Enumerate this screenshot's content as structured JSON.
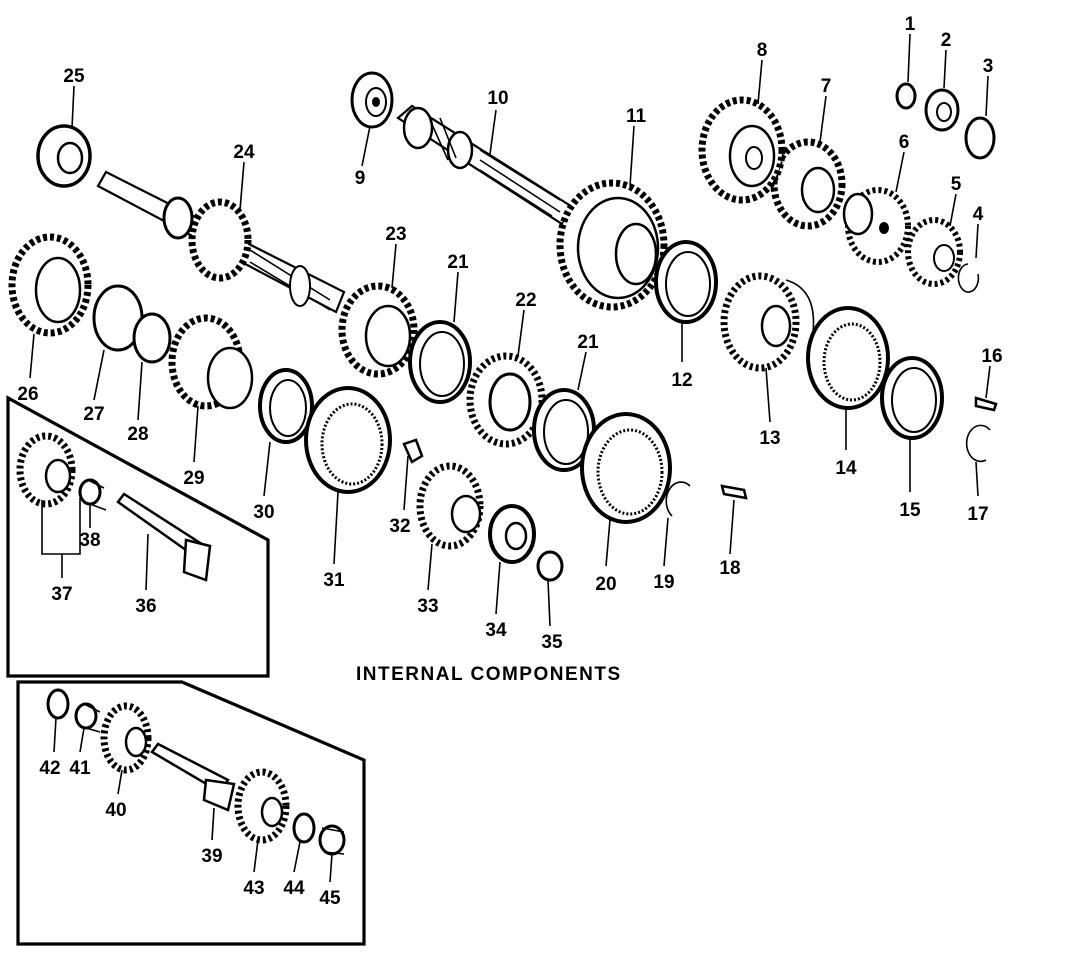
{
  "caption": "INTERNAL COMPONENTS",
  "callouts": [
    {
      "id": "1",
      "text": "1"
    },
    {
      "id": "2",
      "text": "2"
    },
    {
      "id": "3",
      "text": "3"
    },
    {
      "id": "4",
      "text": "4"
    },
    {
      "id": "5",
      "text": "5"
    },
    {
      "id": "6",
      "text": "6"
    },
    {
      "id": "7",
      "text": "7"
    },
    {
      "id": "8",
      "text": "8"
    },
    {
      "id": "9",
      "text": "9"
    },
    {
      "id": "10",
      "text": "10"
    },
    {
      "id": "11",
      "text": "11"
    },
    {
      "id": "12",
      "text": "12"
    },
    {
      "id": "13",
      "text": "13"
    },
    {
      "id": "14",
      "text": "14"
    },
    {
      "id": "15",
      "text": "15"
    },
    {
      "id": "16",
      "text": "16"
    },
    {
      "id": "17",
      "text": "17"
    },
    {
      "id": "18",
      "text": "18"
    },
    {
      "id": "19",
      "text": "19"
    },
    {
      "id": "20",
      "text": "20"
    },
    {
      "id": "21a",
      "text": "21"
    },
    {
      "id": "21b",
      "text": "21"
    },
    {
      "id": "22",
      "text": "22"
    },
    {
      "id": "23",
      "text": "23"
    },
    {
      "id": "24",
      "text": "24"
    },
    {
      "id": "25",
      "text": "25"
    },
    {
      "id": "26",
      "text": "26"
    },
    {
      "id": "27",
      "text": "27"
    },
    {
      "id": "28",
      "text": "28"
    },
    {
      "id": "29",
      "text": "29"
    },
    {
      "id": "30",
      "text": "30"
    },
    {
      "id": "31",
      "text": "31"
    },
    {
      "id": "32",
      "text": "32"
    },
    {
      "id": "33",
      "text": "33"
    },
    {
      "id": "34",
      "text": "34"
    },
    {
      "id": "35",
      "text": "35"
    },
    {
      "id": "36",
      "text": "36"
    },
    {
      "id": "37",
      "text": "37"
    },
    {
      "id": "38",
      "text": "38"
    },
    {
      "id": "39",
      "text": "39"
    },
    {
      "id": "40",
      "text": "40"
    },
    {
      "id": "41",
      "text": "41"
    },
    {
      "id": "42",
      "text": "42"
    },
    {
      "id": "43",
      "text": "43"
    },
    {
      "id": "44",
      "text": "44"
    },
    {
      "id": "45",
      "text": "45"
    }
  ]
}
